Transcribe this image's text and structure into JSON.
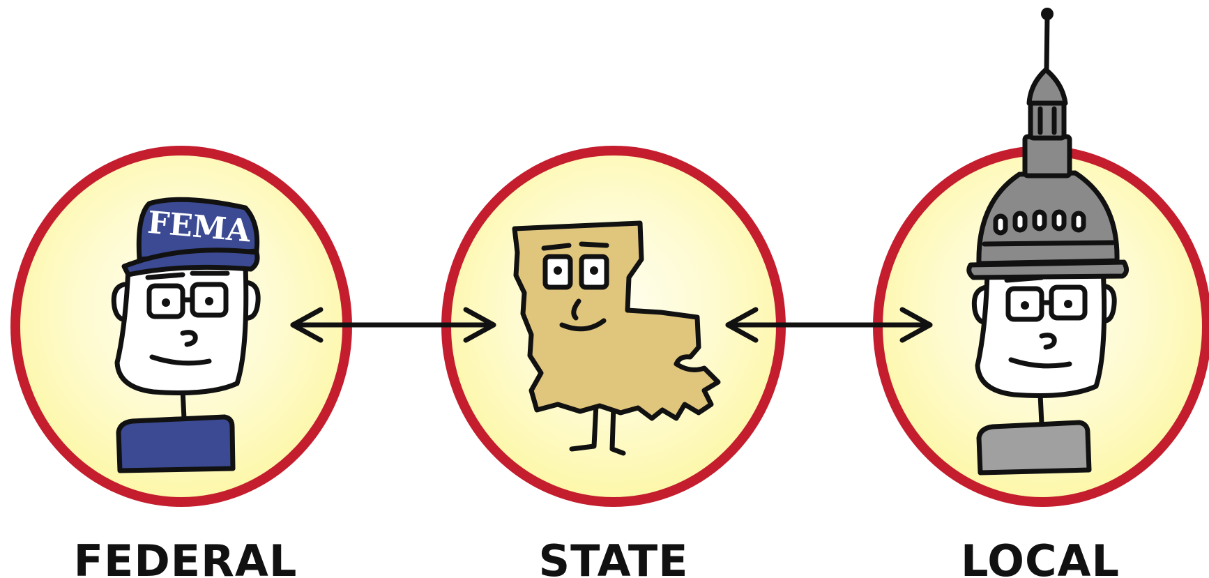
{
  "nodes": [
    {
      "id": "federal",
      "label": "FEDERAL",
      "icon": "fema-worker-icon",
      "cap_text": "FEMA"
    },
    {
      "id": "state",
      "label": "STATE",
      "icon": "louisiana-state-icon"
    },
    {
      "id": "local",
      "label": "LOCAL",
      "icon": "capitol-dome-person-icon"
    }
  ],
  "edges": [
    {
      "from": "federal",
      "to": "state",
      "type": "bidirectional"
    },
    {
      "from": "state",
      "to": "local",
      "type": "bidirectional"
    }
  ],
  "colors": {
    "ring": "#c41e2e",
    "circle_fill": "#fdfcc0",
    "fema_blue": "#3b4a92",
    "state_tan": "#e0c57d",
    "dome_gray": "#8a8a8a",
    "shirt_gray": "#a0a0a0",
    "ink": "#111111"
  }
}
